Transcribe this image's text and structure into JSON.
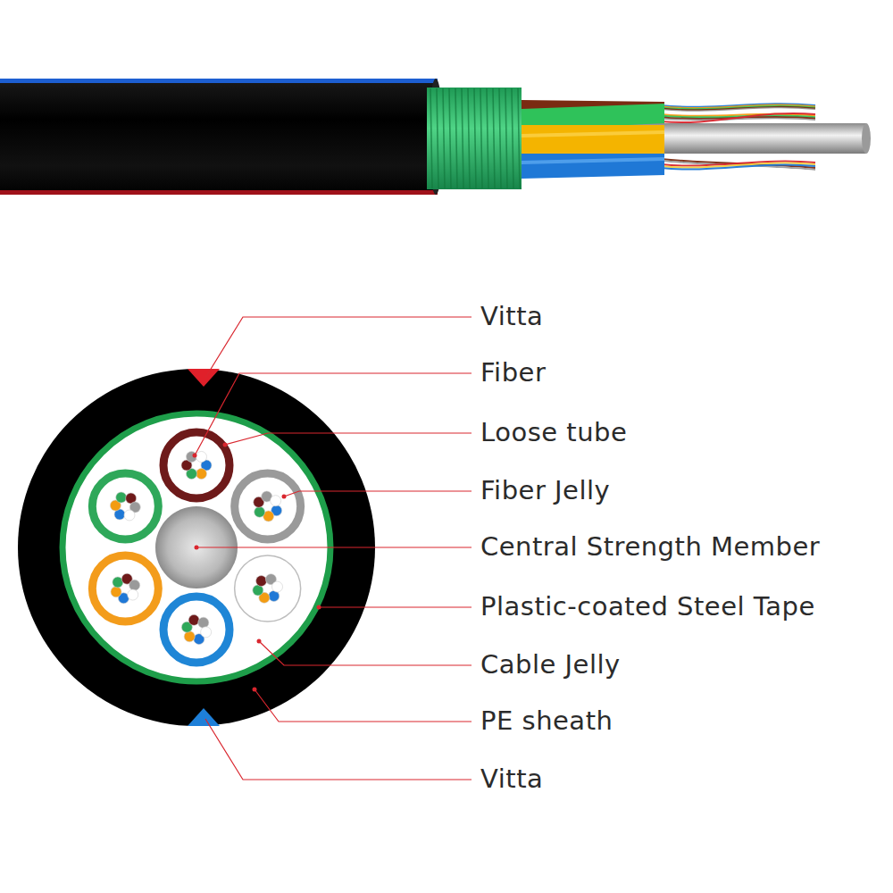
{
  "diagram": {
    "labels": [
      "Vitta",
      "Fiber",
      "Loose tube",
      "Fiber Jelly",
      "Central Strength Member",
      "Plastic-coated Steel Tape",
      "Cable Jelly",
      "PE sheath",
      "Vitta"
    ]
  }
}
